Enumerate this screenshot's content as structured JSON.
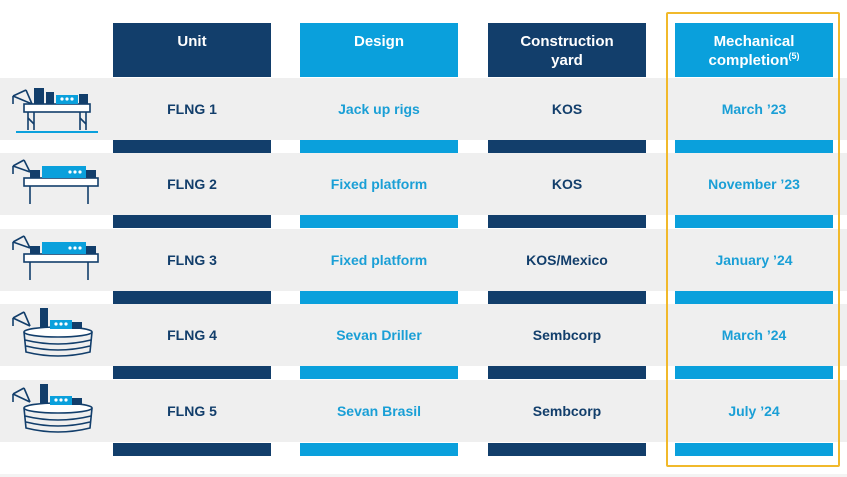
{
  "headers": {
    "unit": "Unit",
    "design": "Design",
    "construction_yard_line1": "Construction",
    "construction_yard_line2": "yard",
    "mechanical_completion_line1": "Mechanical",
    "mechanical_completion_line2": "completion",
    "mechanical_completion_note": "(5)"
  },
  "rows": [
    {
      "unit": "FLNG 1",
      "design": "Jack up rigs",
      "yard": "KOS",
      "completion": "March ’23",
      "icon": "jack-up-rig-icon"
    },
    {
      "unit": "FLNG 2",
      "design": "Fixed platform",
      "yard": "KOS",
      "completion": "November ’23",
      "icon": "fixed-platform-icon"
    },
    {
      "unit": "FLNG 3",
      "design": "Fixed platform",
      "yard": "KOS/Mexico",
      "completion": "January ’24",
      "icon": "fixed-platform-icon"
    },
    {
      "unit": "FLNG 4",
      "design": "Sevan Driller",
      "yard": "Sembcorp",
      "completion": "March ’24",
      "icon": "cylindrical-floater-icon"
    },
    {
      "unit": "FLNG 5",
      "design": "Sevan Brasil",
      "yard": "Sembcorp",
      "completion": "July ’24",
      "icon": "cylindrical-floater-icon"
    }
  ],
  "colors": {
    "navy": "#123e6b",
    "cyan": "#0aa0dc",
    "row_background": "#efefef",
    "highlight_border": "#f1b92b"
  }
}
